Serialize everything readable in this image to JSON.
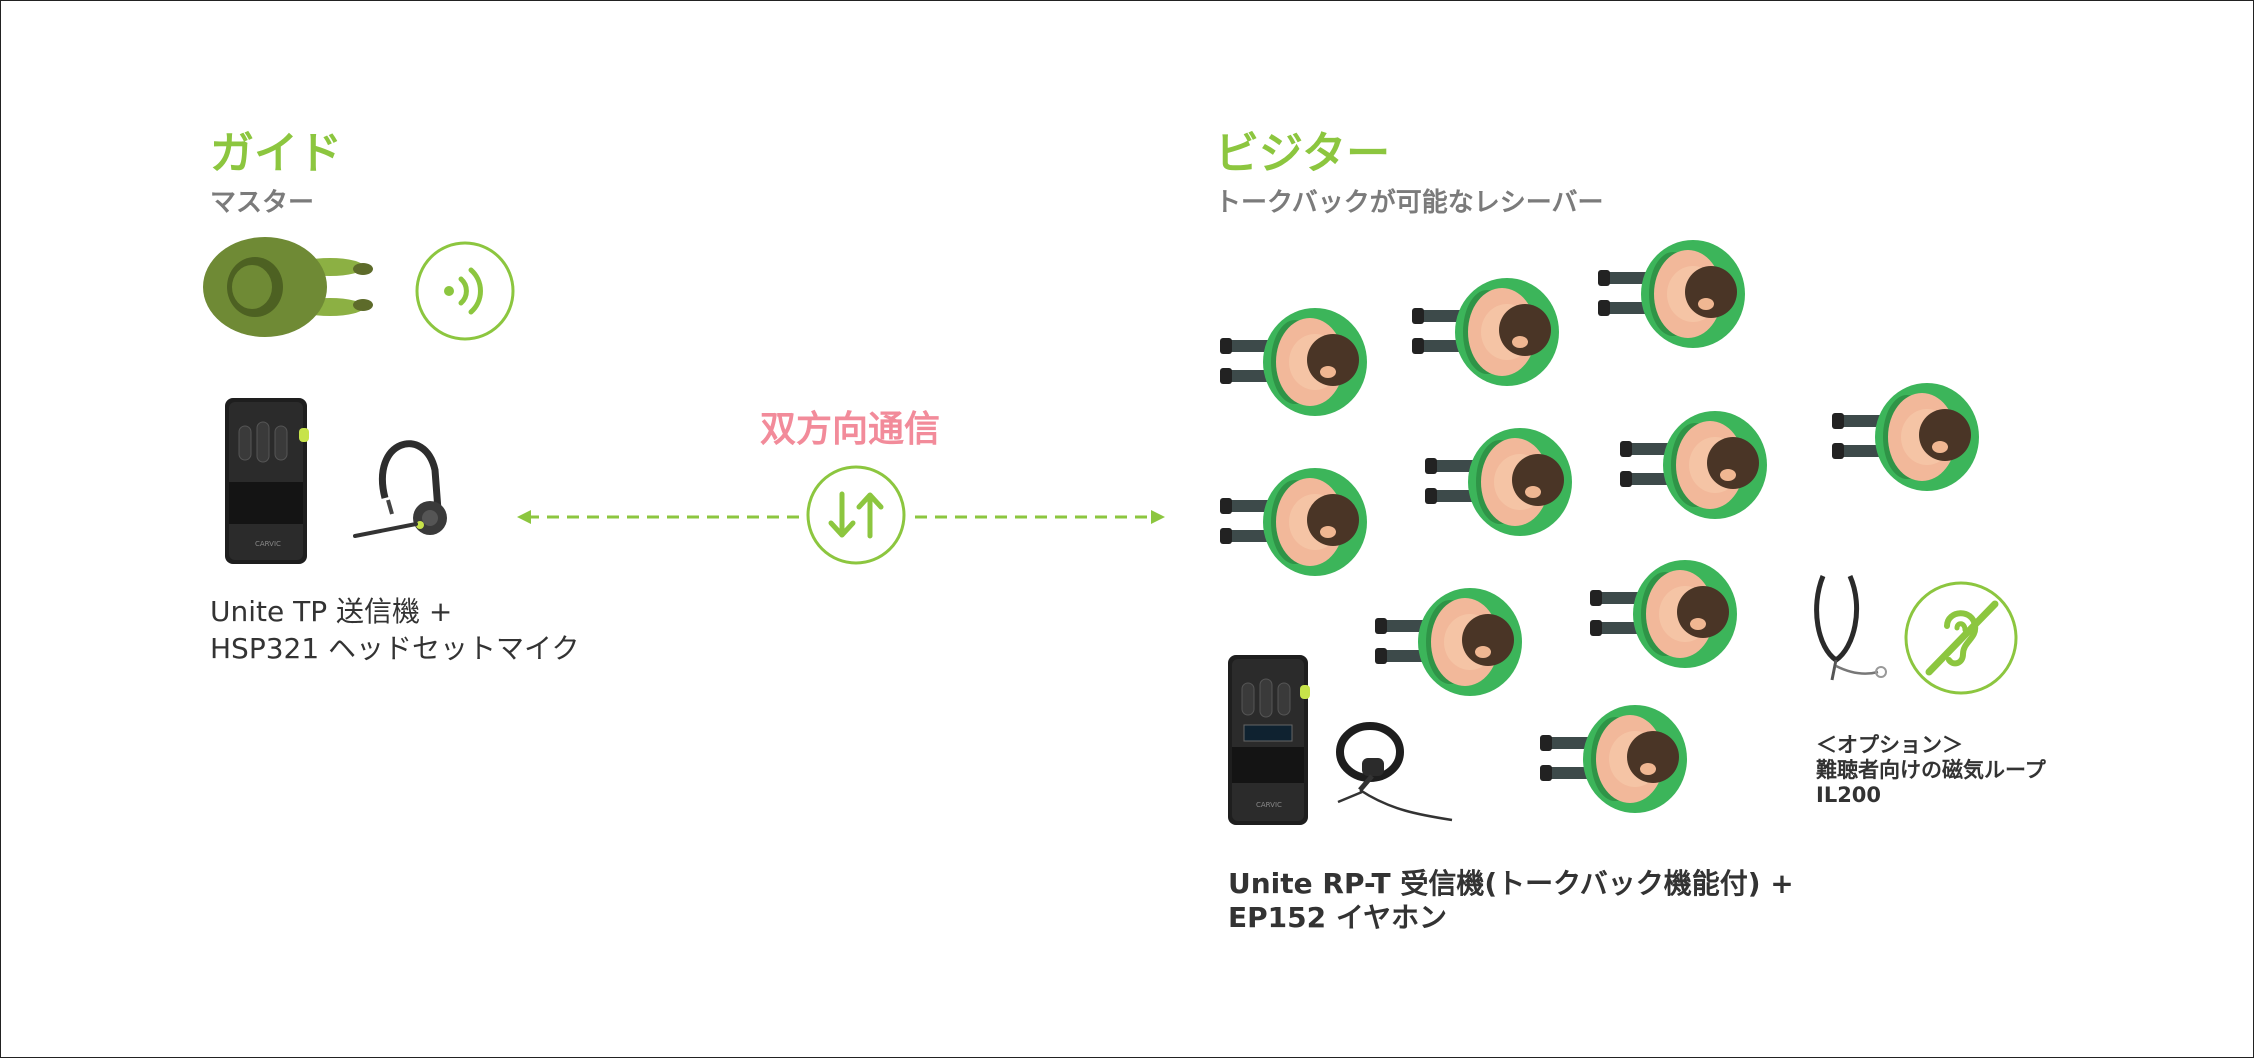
{
  "guide": {
    "title": "ガイド",
    "subtitle": "マスター",
    "equipment_line1": "Unite TP 送信機 +",
    "equipment_line2": "HSP321 ヘッドセットマイク"
  },
  "center": {
    "label": "双方向通信"
  },
  "visitor": {
    "title": "ビジター",
    "subtitle": "トークバックが可能なレシーバー",
    "equipment_line1": "Unite RP-T 受信機(トークバック機能付) +",
    "equipment_line2": "EP152 イヤホン"
  },
  "option": {
    "line1": "＜オプション＞",
    "line2": "難聴者向けの磁気ループ",
    "line3": "IL200"
  },
  "device_brand": "CARVIC",
  "colors": {
    "accent_green": "#8cc63f",
    "label_pink": "#f28b9a",
    "visitor_shirt": "#3cb55a",
    "guide_jacket": "#6f8a35"
  },
  "icons": [
    "person-guide-icon",
    "broadcast-icon",
    "bidirectional-arrows-icon",
    "hearing-loop-icon"
  ]
}
